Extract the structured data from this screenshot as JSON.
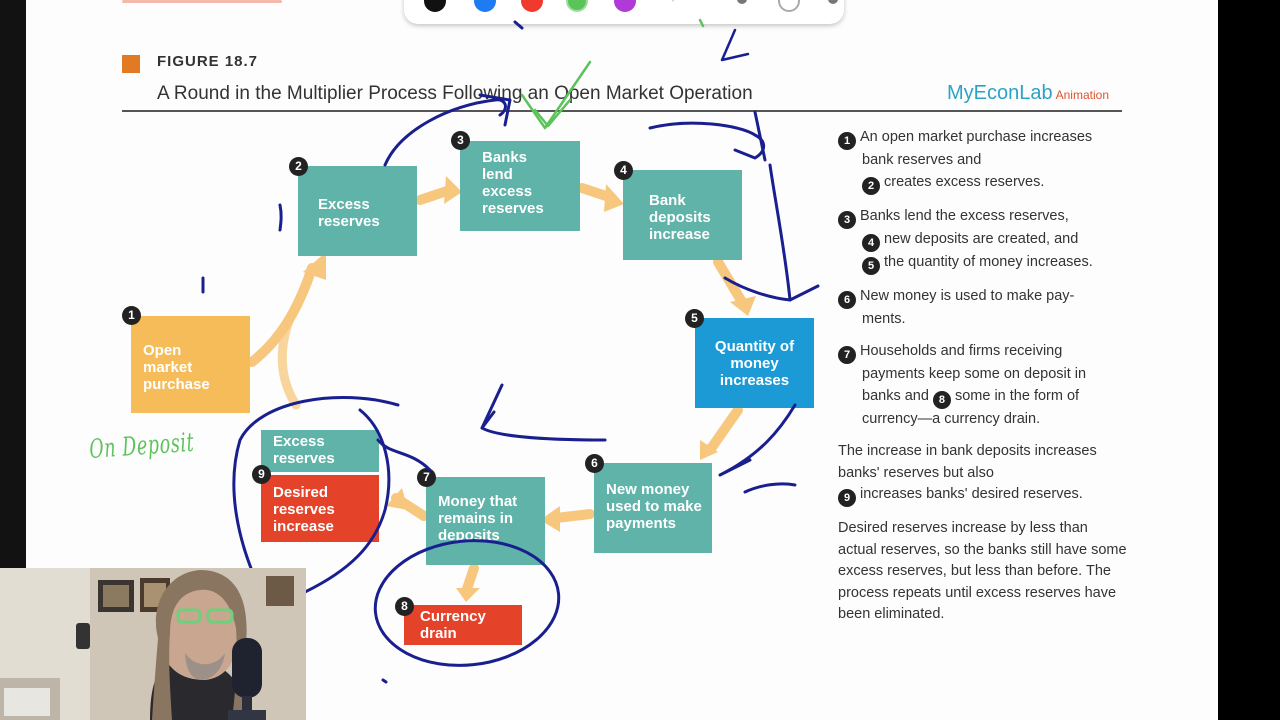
{
  "figure": {
    "label": "FIGURE 18.7",
    "title": "A Round in the Multiplier Process Following an Open Market Operation",
    "brand": "MyEconLab",
    "brand_sub": "Animation"
  },
  "diagram": {
    "boxes": [
      {
        "num": "1",
        "text": "Open market purchase"
      },
      {
        "num": "2",
        "text": "Excess reserves"
      },
      {
        "num": "3",
        "text": "Banks lend excess reserves"
      },
      {
        "num": "4",
        "text": "Bank deposits increase"
      },
      {
        "num": "5",
        "text": "Quantity of money increases"
      },
      {
        "num": "6",
        "text": "New money used to make payments"
      },
      {
        "num": "7",
        "text": "Money that remains in deposits"
      },
      {
        "num": "8",
        "text": "Currency drain"
      },
      {
        "num": "9",
        "text": "Desired reserves increase"
      },
      {
        "num": "",
        "text": "Excess reserves"
      }
    ]
  },
  "explanation": {
    "p1_a": "An open market purchase increases",
    "p1_b": "bank reserves and",
    "p1_c": "creates excess reserves.",
    "p2_a": "Banks lend the excess reserves,",
    "p2_b": "new deposits are created, and",
    "p2_c": "the quantity of money increases.",
    "p3_a": "New money is used to make pay-",
    "p3_b": "ments.",
    "p4_a": "Households and firms receiving",
    "p4_b": "payments keep some on deposit in",
    "p4_c": "banks and",
    "p4_d": "some in the form of",
    "p4_e": "currency—a currency drain.",
    "p5_a": "The increase in bank deposits increases",
    "p5_b": "banks' reserves but also",
    "p5_c": "increases banks' desired reserves.",
    "p6": "Desired reserves increase by less than actual reserves, so the banks still have some excess reserves, but less than before. The process repeats until excess reserves have been eliminated."
  },
  "handwriting": {
    "note": "On Deposit"
  },
  "colors": {
    "teal": "#5fb3a8",
    "orange": "#f7bc5a",
    "blue": "#1b9ad6",
    "red": "#e4432a",
    "arrow": "#f7c77e",
    "ink_blue": "#1a1f8f",
    "ink_green": "#5cc35a"
  },
  "toolbar": {
    "pens": [
      "black",
      "blue",
      "red",
      "green",
      "purple"
    ]
  }
}
